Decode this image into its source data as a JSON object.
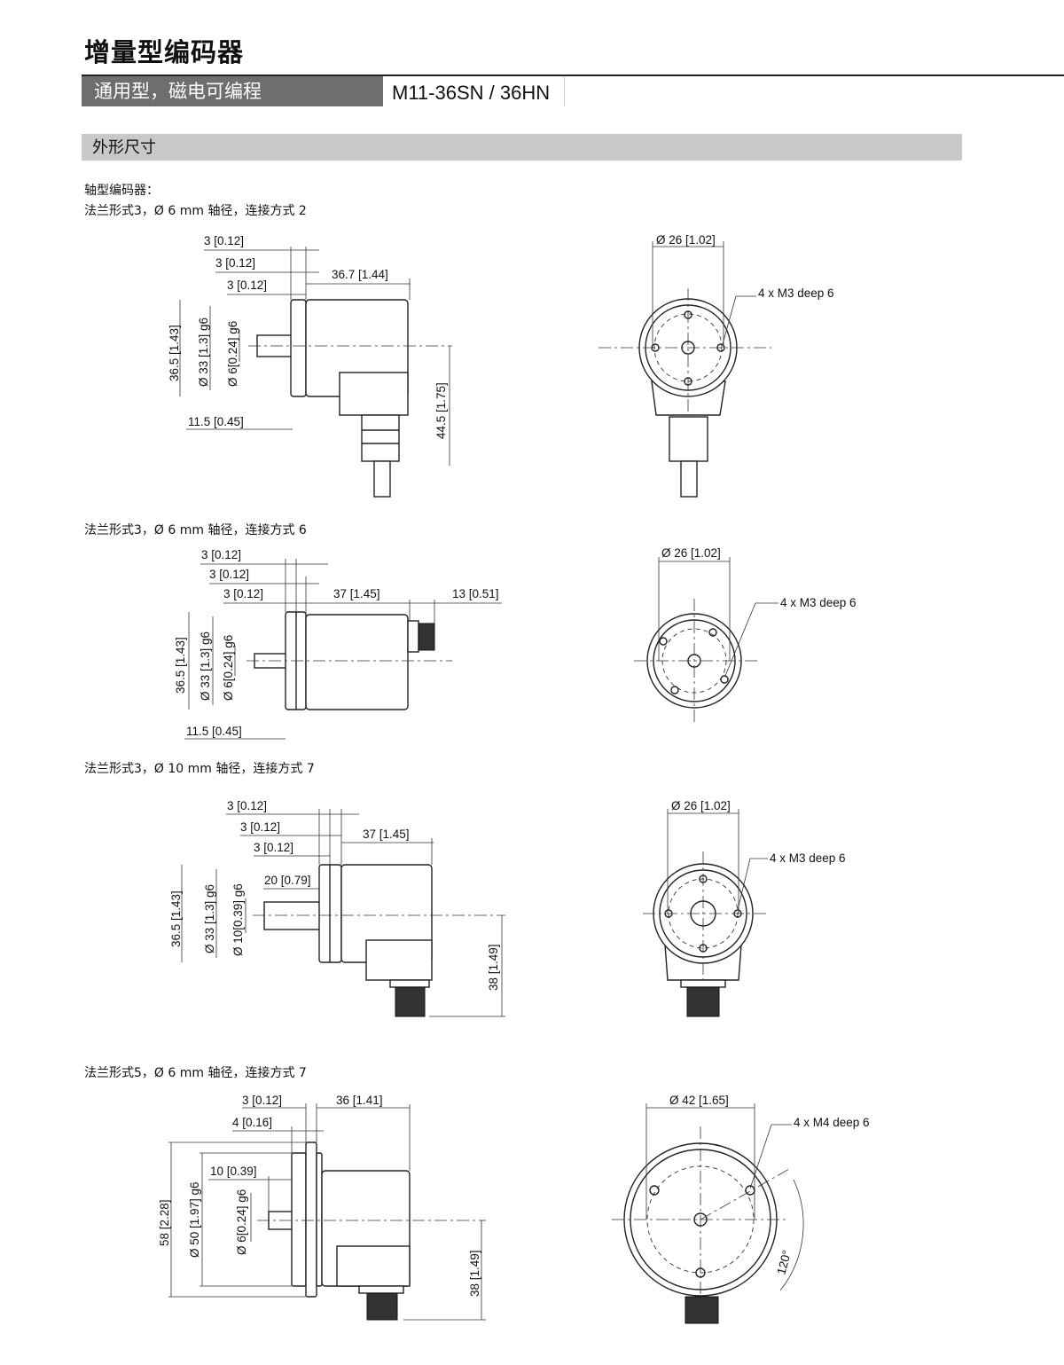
{
  "header": {
    "title": "增量型编码器",
    "subtitle": "通用型，磁电可编程",
    "model": "M11-36SN / 36HN",
    "section": "外形尺寸"
  },
  "intro": "轴型编码器：",
  "drawings": [
    {
      "caption": "法兰形式3，Ø 6 mm 轴径，连接方式 2",
      "side": {
        "d1": "3 [0.12]",
        "d2": "3 [0.12]",
        "d3": "3 [0.12]",
        "length": "36.7 [1.44]",
        "height": "36.5 [1.43]",
        "flange_dia": "Ø 33 [1.3] g6",
        "shaft_dia": "Ø 6[0.24] g6",
        "shaft_len": "11.5 [0.45]",
        "conn_height": "44.5 [1.75]"
      },
      "front": {
        "dia": "Ø 26 [1.02]",
        "holes": "4 x M3 deep 6"
      }
    },
    {
      "caption": "法兰形式3，Ø 6 mm 轴径，连接方式 6",
      "side": {
        "d1": "3 [0.12]",
        "d2": "3 [0.12]",
        "d3": "3 [0.12]",
        "length": "37 [1.45]",
        "conn_len": "13 [0.51]",
        "height": "36.5 [1.43]",
        "flange_dia": "Ø 33 [1.3] g6",
        "shaft_dia": "Ø 6[0.24] g6",
        "shaft_len": "11.5 [0.45]"
      },
      "front": {
        "dia": "Ø 26 [1.02]",
        "holes": "4 x M3 deep 6"
      }
    },
    {
      "caption": "法兰形式3，Ø 10 mm 轴径，连接方式 7",
      "side": {
        "d1": "3 [0.12]",
        "d2": "3 [0.12]",
        "d3": "3 [0.12]",
        "length": "37 [1.45]",
        "shaft_len": "20 [0.79]",
        "height": "36.5 [1.43]",
        "flange_dia": "Ø 33 [1.3] g6",
        "shaft_dia": "Ø 10[0.39] g6",
        "conn_height": "38 [1.49]"
      },
      "front": {
        "dia": "Ø 26 [1.02]",
        "holes": "4 x M3 deep 6"
      }
    },
    {
      "caption": "法兰形式5，Ø 6 mm 轴径，连接方式 7",
      "side": {
        "d1": "3 [0.12]",
        "length": "36 [1.41]",
        "d2": "4 [0.16]",
        "shaft_len": "10 [0.39]",
        "height": "58 [2.28]",
        "flange_dia": "Ø 50 [1.97] g6",
        "shaft_dia": "Ø 6[0.24] g6",
        "conn_height": "38 [1.49]"
      },
      "front": {
        "dia": "Ø 42 [1.65]",
        "holes": "4 x M4 deep 6",
        "angle": "120°"
      }
    }
  ]
}
